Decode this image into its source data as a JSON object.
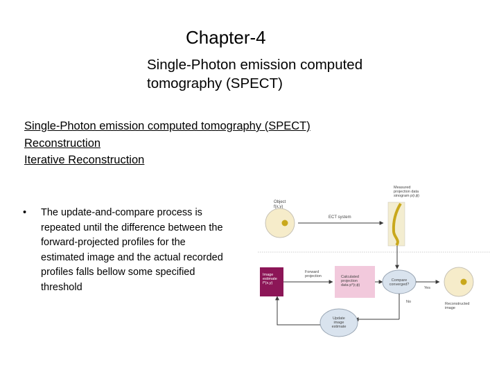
{
  "slide": {
    "chapter": "Chapter-4",
    "subtitle": "Single-Photon emission computed tomography (SPECT)",
    "headings": [
      "Single-Photon emission computed tomography (SPECT)",
      "Reconstruction",
      "Iterative Reconstruction"
    ],
    "bullets": [
      "The update-and-compare process is repeated until the difference between the forward-projected profiles for the estimated image and the actual recorded profiles falls bellow some specified threshold"
    ]
  },
  "diagram": {
    "object_label": [
      "Object",
      "f(x,y)"
    ],
    "system_label": "ECT system",
    "measured_label": [
      "Measured",
      "projection data",
      "sinogram p(r,ϕ)"
    ],
    "image_estimate_label": [
      "Image",
      "estimate",
      "f*(x,y)"
    ],
    "forward_label": [
      "Forward",
      "projection"
    ],
    "calculated_label": [
      "Calculated",
      "projection",
      "data p*(r,ϕ)"
    ],
    "compare_label": [
      "Compare",
      "converged?"
    ],
    "yes_label": "Yes",
    "no_label": "No",
    "update_label": [
      "Update",
      "image",
      "estimate"
    ],
    "reconstructed_label": [
      "Reconstructed",
      "image"
    ],
    "colors": {
      "circle_fill": "#f6ecca",
      "circle_stroke": "#c7c2b5",
      "blob": "#c9a81c",
      "strip": "#f3edd0",
      "sine": "#c9a81c",
      "estimate_box": "#8c1657",
      "calc_box": "#f2c9dc",
      "ellipse_fill": "#d9e3ee",
      "ellipse_stroke": "#9aa6b4",
      "arrow": "#3a3a3a"
    }
  }
}
